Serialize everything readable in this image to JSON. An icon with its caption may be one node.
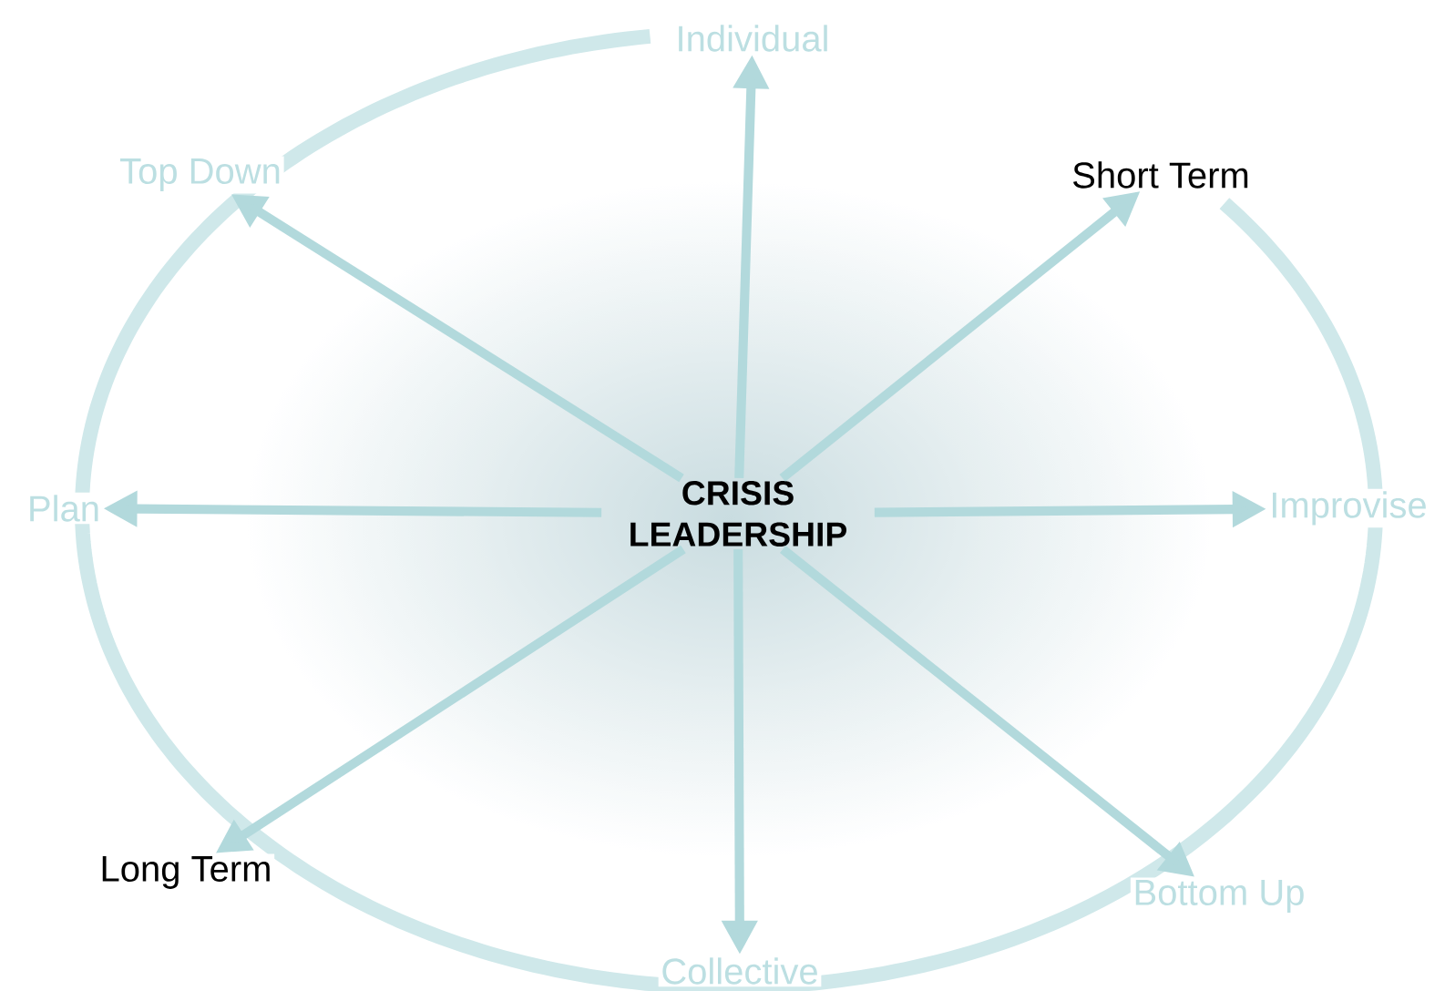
{
  "diagram": {
    "nodes": [
      {
        "text": [
          "CRISIS LEADERSHIP"
        ]
      },
      {
        "text": [
          "Individual"
        ]
      },
      {
        "text": [
          "Top Down"
        ]
      },
      {
        "text": [
          "Short Term"
        ]
      },
      {
        "text": [
          "Plan"
        ]
      },
      {
        "text": [
          "Improvise"
        ]
      },
      {
        "text": [
          "Long Term"
        ]
      },
      {
        "text": [
          "Bottom Up"
        ]
      },
      {
        "text": [
          "Collective"
        ]
      }
    ],
    "edges": [
      {
        "from": 0,
        "to": 1,
        "arrow": "to"
      },
      {
        "from": 0,
        "to": 2,
        "arrow": "to"
      },
      {
        "from": 0,
        "to": 3,
        "arrow": "to"
      },
      {
        "from": 0,
        "to": 4,
        "arrow": "to"
      },
      {
        "from": 0,
        "to": 5,
        "arrow": "to"
      },
      {
        "from": 0,
        "to": 6,
        "arrow": "to"
      },
      {
        "from": 0,
        "to": 7,
        "arrow": "to"
      },
      {
        "from": 0,
        "to": 8,
        "arrow": "to"
      }
    ]
  }
}
